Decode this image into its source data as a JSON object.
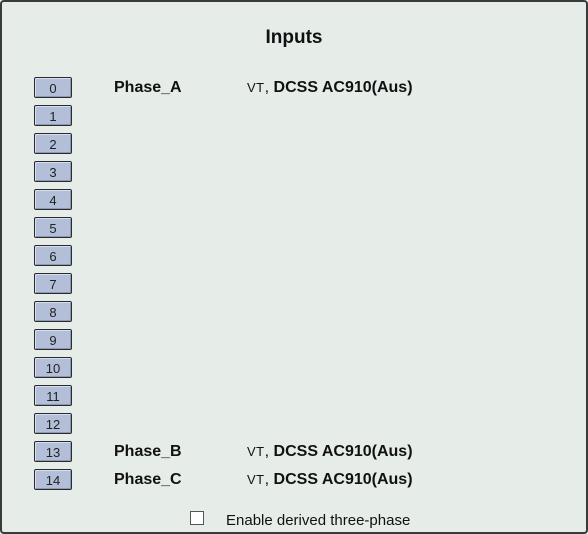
{
  "panel": {
    "title": "Inputs"
  },
  "channels": [
    {
      "index": "0",
      "name": "Phase_A",
      "type": "VT",
      "sep": ",",
      "device": "DCSS AC910(Aus)"
    },
    {
      "index": "1",
      "name": "",
      "type": "",
      "sep": "",
      "device": ""
    },
    {
      "index": "2",
      "name": "",
      "type": "",
      "sep": "",
      "device": ""
    },
    {
      "index": "3",
      "name": "",
      "type": "",
      "sep": "",
      "device": ""
    },
    {
      "index": "4",
      "name": "",
      "type": "",
      "sep": "",
      "device": ""
    },
    {
      "index": "5",
      "name": "",
      "type": "",
      "sep": "",
      "device": ""
    },
    {
      "index": "6",
      "name": "",
      "type": "",
      "sep": "",
      "device": ""
    },
    {
      "index": "7",
      "name": "",
      "type": "",
      "sep": "",
      "device": ""
    },
    {
      "index": "8",
      "name": "",
      "type": "",
      "sep": "",
      "device": ""
    },
    {
      "index": "9",
      "name": "",
      "type": "",
      "sep": "",
      "device": ""
    },
    {
      "index": "10",
      "name": "",
      "type": "",
      "sep": "",
      "device": ""
    },
    {
      "index": "11",
      "name": "",
      "type": "",
      "sep": "",
      "device": ""
    },
    {
      "index": "12",
      "name": "",
      "type": "",
      "sep": "",
      "device": ""
    },
    {
      "index": "13",
      "name": "Phase_B",
      "type": "VT",
      "sep": ",",
      "device": "DCSS AC910(Aus)"
    },
    {
      "index": "14",
      "name": "Phase_C",
      "type": "VT",
      "sep": ",",
      "device": "DCSS AC910(Aus)"
    }
  ],
  "footer": {
    "derived_label": "Enable derived three-phase",
    "derived_checked": false
  }
}
